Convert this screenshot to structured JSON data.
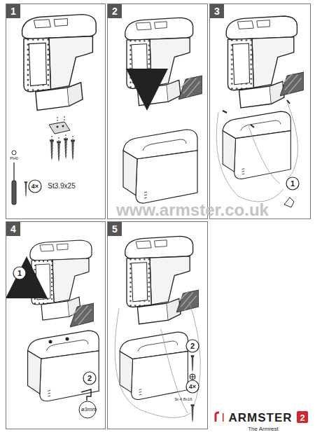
{
  "diagram": {
    "nodes": [
      {
        "text": [
          "1"
        ]
      },
      {
        "text": [
          "2"
        ]
      },
      {
        "text": [
          "3"
        ]
      },
      {
        "text": [
          "4"
        ]
      },
      {
        "text": [
          "5"
        ]
      }
    ],
    "labels": [
      "PH0",
      "4×",
      "St3.9x25",
      "1",
      "1",
      "2",
      "ø3mm",
      "2",
      "4×",
      "St 4.8x16",
      "www.armster.co.uk",
      "ARMSTER",
      "2",
      "The Armrest"
    ]
  }
}
